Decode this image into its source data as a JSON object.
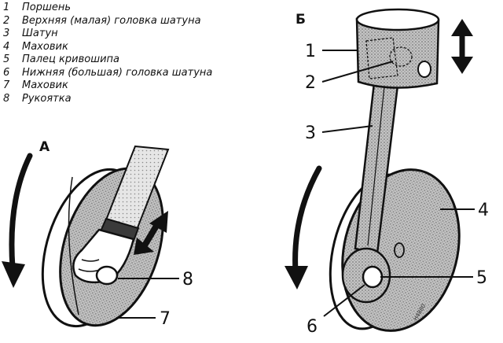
{
  "legend": [
    {
      "number": "1",
      "text": "Поршень"
    },
    {
      "number": "2",
      "text": "Верхняя (малая) головка шатуна"
    },
    {
      "number": "3",
      "text": "Шатун"
    },
    {
      "number": "4",
      "text": "Маховик"
    },
    {
      "number": "5",
      "text": "Палец кривошипа"
    },
    {
      "number": "6",
      "text": "Нижняя (большая) головка шатуна"
    },
    {
      "number": "7",
      "text": "Маховик"
    },
    {
      "number": "8",
      "text": "Рукоятка"
    }
  ],
  "panels": {
    "a": {
      "label": "А",
      "callouts": {
        "c7": "7",
        "c8": "8"
      }
    },
    "b": {
      "label": "Б",
      "callouts": {
        "c1": "1",
        "c2": "2",
        "c3": "3",
        "c4": "4",
        "c5": "5",
        "c6": "6"
      }
    }
  },
  "stamp": "H4880",
  "colors": {
    "ink": "#111111",
    "shade": "#9a9a9a",
    "paper": "#ffffff"
  }
}
